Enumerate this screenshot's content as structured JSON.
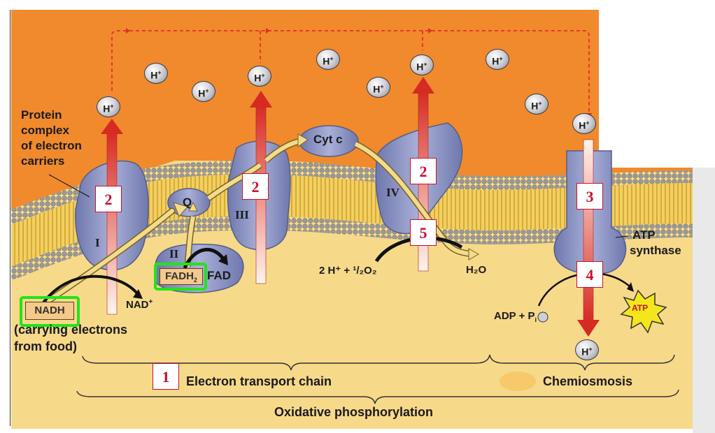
{
  "colors": {
    "intermembrane": "#f08a2c",
    "matrix": "#f7d98a",
    "membrane_head": "#9c9c9c",
    "membrane_tail": "#e8b94a",
    "protein": "#8f97c4",
    "proton_arrow": "#d8342a",
    "electron_path": "#f2dc8c",
    "step_box_border": "#c8102e",
    "highlight": "#22e41a"
  },
  "labels": {
    "protein_complex": [
      "Protein",
      "complex",
      "of electron",
      "carriers"
    ],
    "cyt_c": "Cyt c",
    "q": "Q",
    "complex_I": "I",
    "complex_II": "II",
    "complex_III": "III",
    "complex_IV": "IV",
    "fadh2": "FADH",
    "fadh2_sub": "2",
    "fad": "FAD",
    "nadh": "NADH",
    "nad_plus": "NAD",
    "nadh_note": [
      "(carrying electrons",
      "from food)"
    ],
    "water_reaction": "2 H⁺ + ¹/₂O₂",
    "h2o": "H₂O",
    "atp_synthase": [
      "ATP",
      "synthase"
    ],
    "adp": "ADP + P",
    "adp_sub": "i",
    "atp": "ATP",
    "h_ion": "H",
    "h_sup": "+"
  },
  "steps": [
    "1",
    "2",
    "2",
    "2",
    "3",
    "4",
    "5"
  ],
  "bottom": {
    "etc": "Electron transport chain",
    "chemiosmosis": "Chemiosmosis",
    "oxidative": "Oxidative phosphorylation"
  }
}
